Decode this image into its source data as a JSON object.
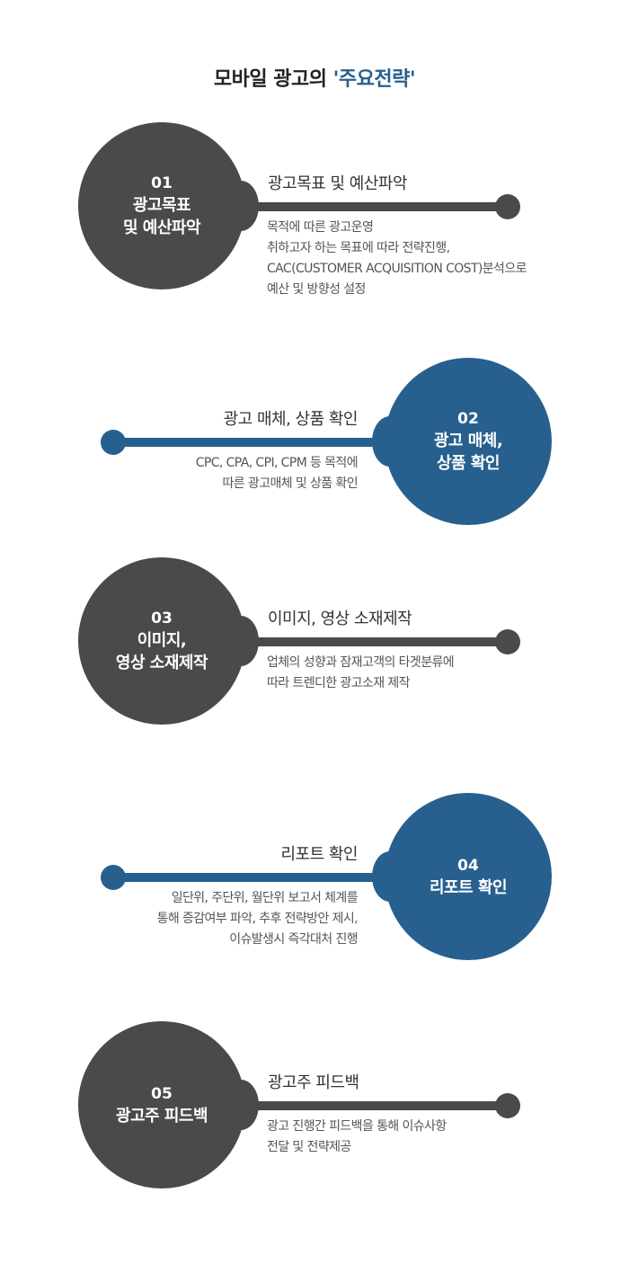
{
  "title": {
    "prefix": "모바일 광고의 ",
    "accent": "'주요전략'"
  },
  "colors": {
    "dark": "#4a4a4a",
    "blue": "#27608f"
  },
  "steps": [
    {
      "num": "01",
      "circle_label": "광고목표\n및 예산파악",
      "heading": "광고목표 및 예산파악",
      "desc": "목적에 따른 광고운영\n취하고자 하는 목표에 따라 전략진행,\nCAC(CUSTOMER ACQUISITION COST)분석으로\n예산 및 방향성 설정"
    },
    {
      "num": "02",
      "circle_label": "광고 매체,\n상품 확인",
      "heading": "광고 매체, 상품 확인",
      "desc": "CPC, CPA, CPI, CPM 등 목적에\n따른 광고매체 및 상품 확인"
    },
    {
      "num": "03",
      "circle_label": "이미지,\n영상 소재제작",
      "heading": "이미지, 영상 소재제작",
      "desc": "업체의 성향과 잠재고객의 타겟분류에\n따라 트렌디한 광고소재 제작"
    },
    {
      "num": "04",
      "circle_label": "리포트 확인",
      "heading": "리포트 확인",
      "desc": "일단위, 주단위, 월단위 보고서 체계를\n통해 증감여부 파악, 추후 전략방안 제시,\n이슈발생시 즉각대처 진행"
    },
    {
      "num": "05",
      "circle_label": "광고주 피드백",
      "heading": "광고주 피드백",
      "desc": "광고 진행간 피드백을 통해 이슈사항\n전달 및 전략제공"
    }
  ]
}
